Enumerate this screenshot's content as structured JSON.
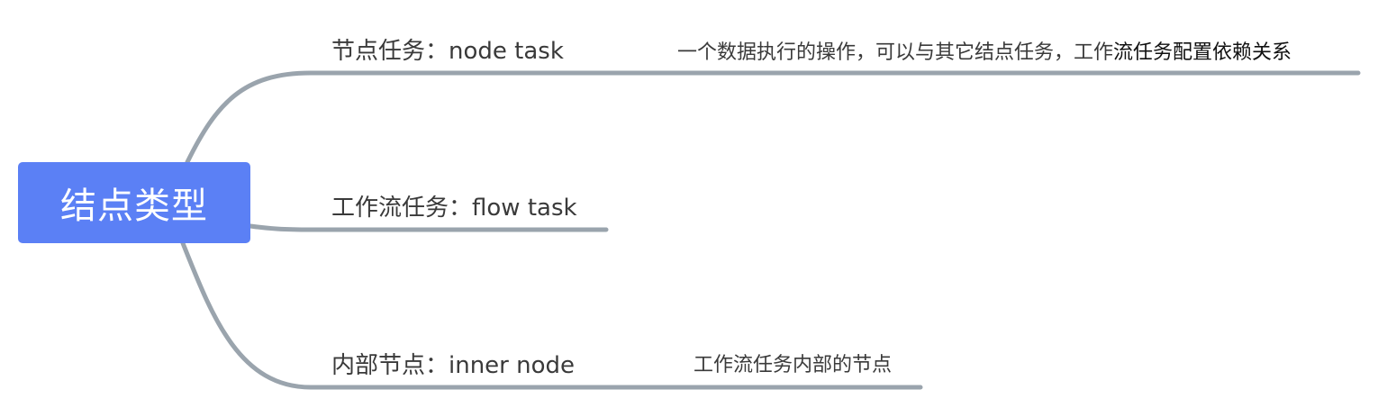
{
  "colors": {
    "root_fill": "#5b80f5",
    "root_text": "#ffffff",
    "line": "#9aa4ad",
    "text": "#3a3a3a",
    "text_emphasis": "#111111"
  },
  "root": {
    "label": "结点类型"
  },
  "branches": [
    {
      "id": "node-task",
      "label": "节点任务：node task",
      "note_part1": "一个数据执行的操作，可以与其它结点任务，工作",
      "note_part2": "流任务配置依赖关系"
    },
    {
      "id": "flow-task",
      "label": "工作流任务：flow task"
    },
    {
      "id": "inner-node",
      "label": "内部节点：inner node",
      "note": "工作流任务内部的节点"
    }
  ]
}
